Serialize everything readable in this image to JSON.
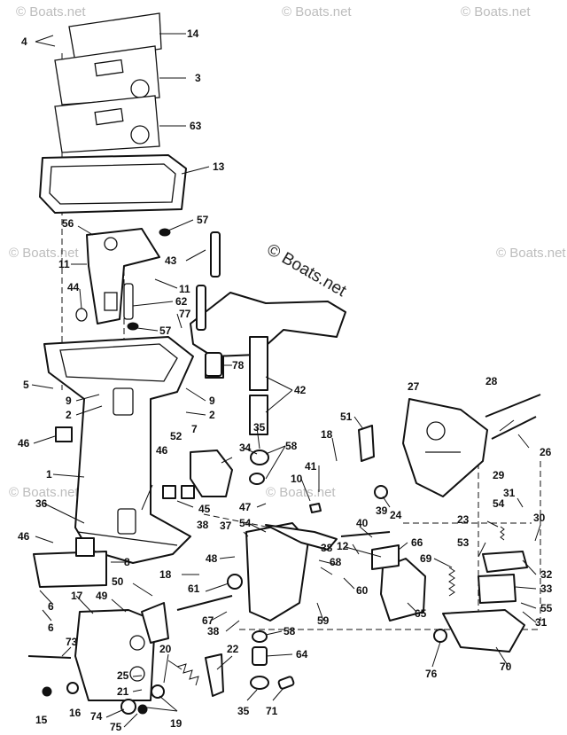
{
  "watermark": {
    "main": "© Boats.net",
    "repeat": "© Boats.net"
  },
  "callouts": [
    "1",
    "2",
    "3",
    "4",
    "5",
    "6",
    "7",
    "8",
    "9",
    "10",
    "11",
    "12",
    "13",
    "14",
    "15",
    "16",
    "17",
    "18",
    "19",
    "20",
    "21",
    "22",
    "23",
    "24",
    "25",
    "26",
    "27",
    "28",
    "29",
    "30",
    "31",
    "32",
    "33",
    "34",
    "35",
    "36",
    "37",
    "38",
    "39",
    "40",
    "41",
    "42",
    "43",
    "44",
    "45",
    "46",
    "47",
    "48",
    "49",
    "50",
    "51",
    "52",
    "53",
    "54",
    "55",
    "56",
    "57",
    "58",
    "59",
    "60",
    "61",
    "62",
    "63",
    "64",
    "65",
    "66",
    "67",
    "68",
    "69",
    "70",
    "71",
    "73",
    "74",
    "75",
    "76",
    "77",
    "78"
  ]
}
